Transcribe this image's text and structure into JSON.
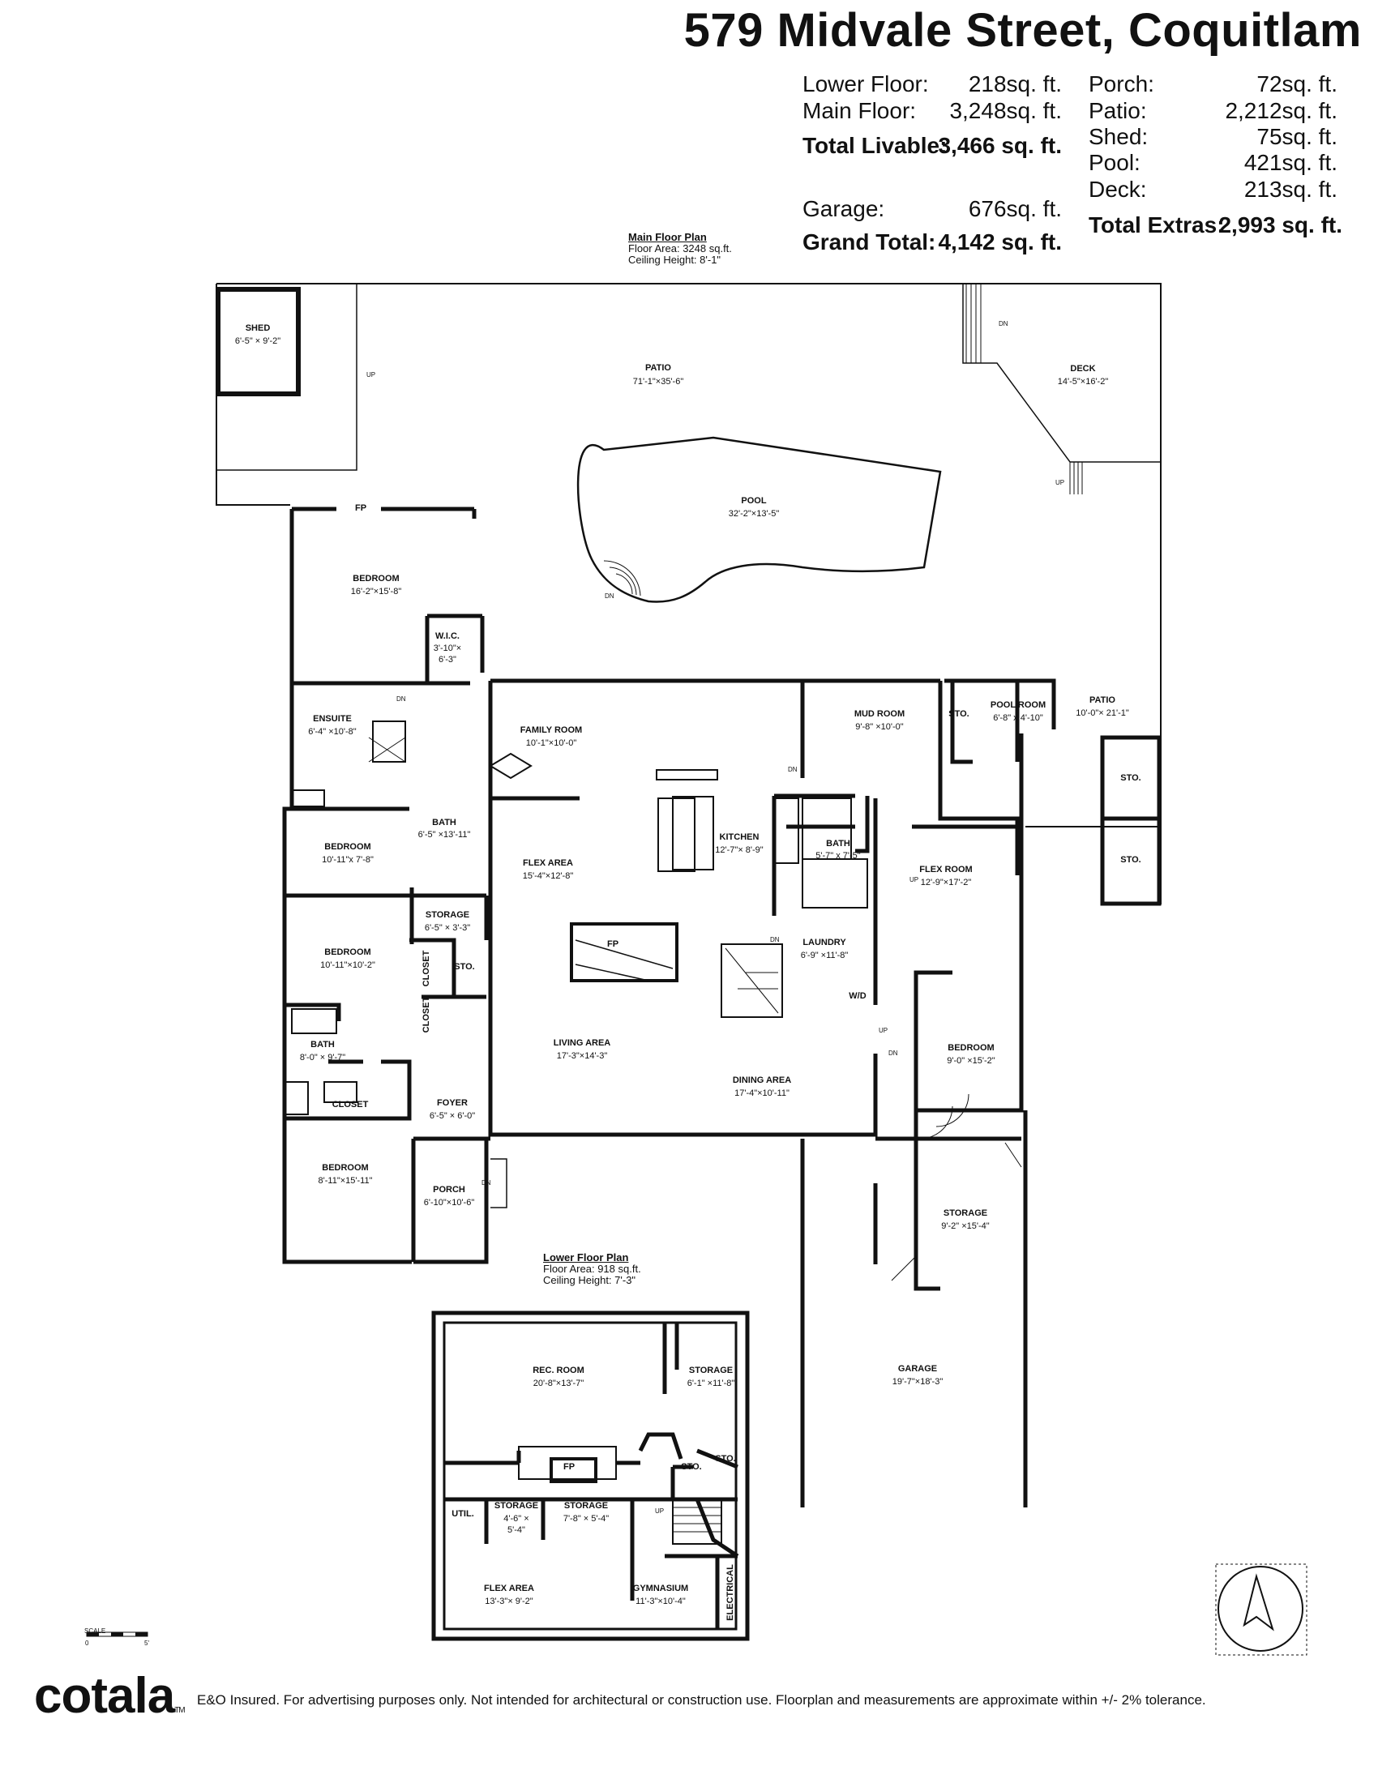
{
  "title": "579 Midvale Street, Coquitlam",
  "areas_left": [
    {
      "label": "Lower Floor:",
      "value": "218sq. ft."
    },
    {
      "label": "Main Floor:",
      "value": "3,248sq. ft."
    },
    {
      "label": "Total Livable:",
      "value": "3,466 sq. ft."
    },
    {
      "label": "Garage:",
      "value": "676sq. ft."
    },
    {
      "label": "Grand Total:",
      "value": "4,142 sq. ft."
    }
  ],
  "areas_right": [
    {
      "label": "Porch:",
      "value": "72sq. ft."
    },
    {
      "label": "Patio:",
      "value": "2,212sq. ft."
    },
    {
      "label": "Shed:",
      "value": "75sq. ft."
    },
    {
      "label": "Pool:",
      "value": "421sq. ft."
    },
    {
      "label": "Deck:",
      "value": "213sq. ft."
    },
    {
      "label": "Total Extras:",
      "value": "2,993 sq. ft."
    }
  ],
  "main_plan": {
    "heading": "Main Floor Plan",
    "area": "Floor Area: 3248 sq.ft.",
    "ceiling": "Ceiling Height: 8'-1\""
  },
  "lower_plan": {
    "heading": "Lower Floor Plan",
    "area": "Floor Area: 918 sq.ft.",
    "ceiling": "Ceiling Height: 7'-3\""
  },
  "rooms": {
    "shed": {
      "name": "SHED",
      "dim": "6'-5\" × 9'-2\""
    },
    "patio_main": {
      "name": "PATIO",
      "dim": "71'-1\"×35'-6\""
    },
    "deck": {
      "name": "DECK",
      "dim": "14'-5\"×16'-2\""
    },
    "pool": {
      "name": "POOL",
      "dim": "32'-2\"×13'-5\""
    },
    "bedroom_primary": {
      "name": "BEDROOM",
      "dim": "16'-2\"×15'-8\""
    },
    "wic": {
      "name": "W.I.C.",
      "dim": "3'-10\"×",
      "dim2": "6'-3\""
    },
    "ensuite": {
      "name": "ENSUITE",
      "dim": "6'-4\" ×10'-8\""
    },
    "family_room": {
      "name": "FAMILY ROOM",
      "dim": "10'-1\"×10'-0\""
    },
    "mud_room": {
      "name": "MUD ROOM",
      "dim": "9'-8\" ×10'-0\""
    },
    "sto_mud": {
      "name": "STO."
    },
    "pool_room": {
      "name": "POOL ROOM",
      "dim": "6'-8\" x 4'-10\""
    },
    "patio_side": {
      "name": "PATIO",
      "dim": "10'-0\"× 21'-1\""
    },
    "sto_a": {
      "name": "STO."
    },
    "sto_b": {
      "name": "STO."
    },
    "bedroom_2": {
      "name": "BEDROOM",
      "dim": "10'-11\"x 7'-8\""
    },
    "bath_hall": {
      "name": "BATH",
      "dim": "6'-5\" ×13'-11\""
    },
    "flex_area": {
      "name": "FLEX AREA",
      "dim": "15'-4\"×12'-8\""
    },
    "kitchen": {
      "name": "KITCHEN",
      "dim": "12'-7\"× 8'-9\""
    },
    "bath_kitchen": {
      "name": "BATH",
      "dim": "5'-7\" x 7'-5\""
    },
    "flex_room": {
      "name": "FLEX ROOM",
      "dim": "12'-9\"×17'-2\""
    },
    "storage_hall": {
      "name": "STORAGE",
      "dim": "6'-5\" × 3'-3\""
    },
    "bedroom_3": {
      "name": "BEDROOM",
      "dim": "10'-11\"×10'-2\""
    },
    "closet_v1": {
      "name": "CLOSET"
    },
    "closet_v2": {
      "name": "CLOSET"
    },
    "sto_hall": {
      "name": "STO."
    },
    "laundry": {
      "name": "LAUNDRY",
      "dim": "6'-9\" ×11'-8\""
    },
    "bath_front": {
      "name": "BATH",
      "dim": "8'-0\" × 9'-7\""
    },
    "living_area": {
      "name": "LIVING AREA",
      "dim": "17'-3\"×14'-3\""
    },
    "dining_area": {
      "name": "DINING AREA",
      "dim": "17'-4\"×10'-11\""
    },
    "bedroom_4": {
      "name": "BEDROOM",
      "dim": "9'-0\" ×15'-2\""
    },
    "closet_front": {
      "name": "CLOSET"
    },
    "foyer": {
      "name": "FOYER",
      "dim": "6'-5\" × 6'-0\""
    },
    "bedroom_5": {
      "name": "BEDROOM",
      "dim": "8'-11\"×15'-11\""
    },
    "porch": {
      "name": "PORCH",
      "dim": "6'-10\"×10'-6\""
    },
    "storage_garage": {
      "name": "STORAGE",
      "dim": "9'-2\" ×15'-4\""
    },
    "garage": {
      "name": "GARAGE",
      "dim": "19'-7\"×18'-3\""
    },
    "rec_room": {
      "name": "REC. ROOM",
      "dim": "20'-8\"×13'-7\""
    },
    "storage_lower_a": {
      "name": "STORAGE",
      "dim": "6'-1\" ×11'-8\""
    },
    "sto_lower_1": {
      "name": "STO."
    },
    "sto_lower_2": {
      "name": "STO."
    },
    "util": {
      "name": "UTIL."
    },
    "storage_lower_b": {
      "name": "STORAGE",
      "dim": "4'-6\" ×",
      "dim2": "5'-4\""
    },
    "storage_lower_c": {
      "name": "STORAGE",
      "dim": "7'-8\" × 5'-4\""
    },
    "flex_area_lower": {
      "name": "FLEX AREA",
      "dim": "13'-3\"× 9'-2\""
    },
    "gymnasium": {
      "name": "GYMNASIUM",
      "dim": "11'-3\"×10'-4\""
    },
    "electrical": {
      "name": "ELECTRICAL"
    }
  },
  "markers": {
    "fp": "FP",
    "dn": "DN",
    "up": "UP",
    "wd": "W/D"
  },
  "scale": {
    "label": "SCALE",
    "start": "0",
    "end": "5'"
  },
  "brand": "cotala",
  "brand_mark": "TM",
  "disclaimer": "E&O Insured. For advertising purposes only. Not intended for architectural or construction use. Floorplan and measurements are approximate within +/- 2% tolerance."
}
